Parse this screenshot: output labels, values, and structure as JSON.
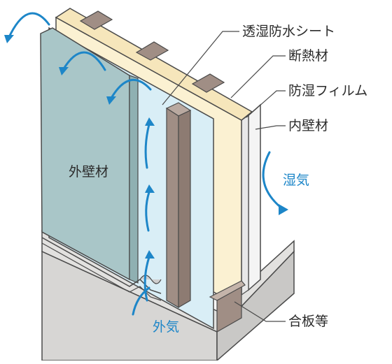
{
  "labels": {
    "breathable_sheet": "透湿防水シート",
    "insulation": "断熱材",
    "vapor_film": "防湿フィルム",
    "interior_wall": "内壁材",
    "exterior_wall": "外壁材",
    "moisture": "湿気",
    "outside_air": "外気",
    "plywood": "合板等"
  },
  "colors": {
    "exterior_panel": "#a9c6c8",
    "sheet": "#d9eef6",
    "insulation": "#fbf1d2",
    "stud": "#a08e85",
    "foundation": "#d7d6d4",
    "arrow": "#1d86c8",
    "outline": "#4a4a4a"
  }
}
